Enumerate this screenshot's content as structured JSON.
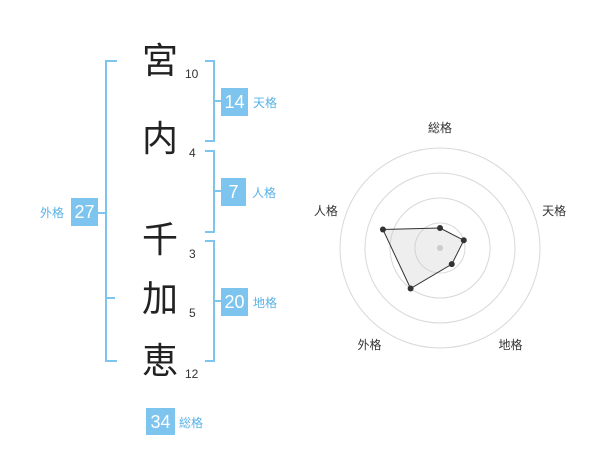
{
  "name_chars": [
    {
      "char": "宮",
      "strokes": "10"
    },
    {
      "char": "内",
      "strokes": "4"
    },
    {
      "char": "千",
      "strokes": "3"
    },
    {
      "char": "加",
      "strokes": "5"
    },
    {
      "char": "恵",
      "strokes": "12"
    }
  ],
  "kakusu": {
    "tenkaku": {
      "value": "14",
      "label": "天格"
    },
    "jinkaku": {
      "value": "7",
      "label": "人格"
    },
    "chikaku": {
      "value": "20",
      "label": "地格"
    },
    "gaikaku": {
      "value": "27",
      "label": "外格"
    },
    "soukaku": {
      "value": "34",
      "label": "総格"
    }
  },
  "colors": {
    "accent": "#7dc4ef",
    "label": "#57b2e8"
  },
  "chart_data": {
    "type": "radar",
    "axes": [
      "総格",
      "天格",
      "地格",
      "外格",
      "人格"
    ],
    "values": [
      0.2,
      0.25,
      0.2,
      0.5,
      0.6
    ],
    "range": [
      0,
      1
    ],
    "rings": 4
  }
}
